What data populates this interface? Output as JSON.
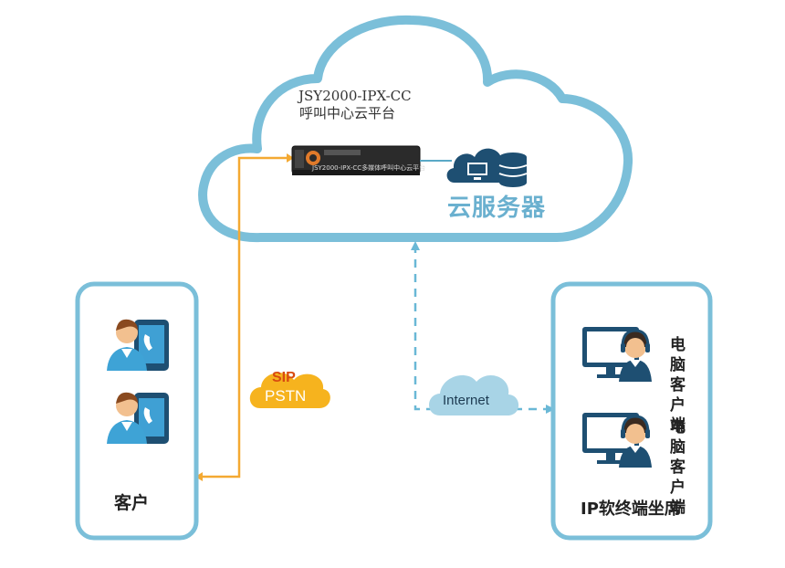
{
  "cloud_platform": {
    "title_line1": "JSY2000-IPX-CC",
    "title_line2": "呼叫中心云平台",
    "device_label": "JSY2000-IPX-CC多媒体呼叫中心云平台",
    "server_label": "云服务器"
  },
  "customer_box": {
    "label": "客户"
  },
  "trunk": {
    "sip": "SIP",
    "pstn": "PSTN"
  },
  "network": {
    "internet": "Internet"
  },
  "agent_box": {
    "label": "IP软终端坐席",
    "agents": [
      {
        "label": "电脑客户端"
      },
      {
        "label": "电脑客户端"
      }
    ]
  },
  "colors": {
    "cloud_border": "#7bbfd9",
    "orange_line": "#f4a932",
    "dashed_line": "#6ab8d6",
    "server_text": "#6ab0cf"
  }
}
